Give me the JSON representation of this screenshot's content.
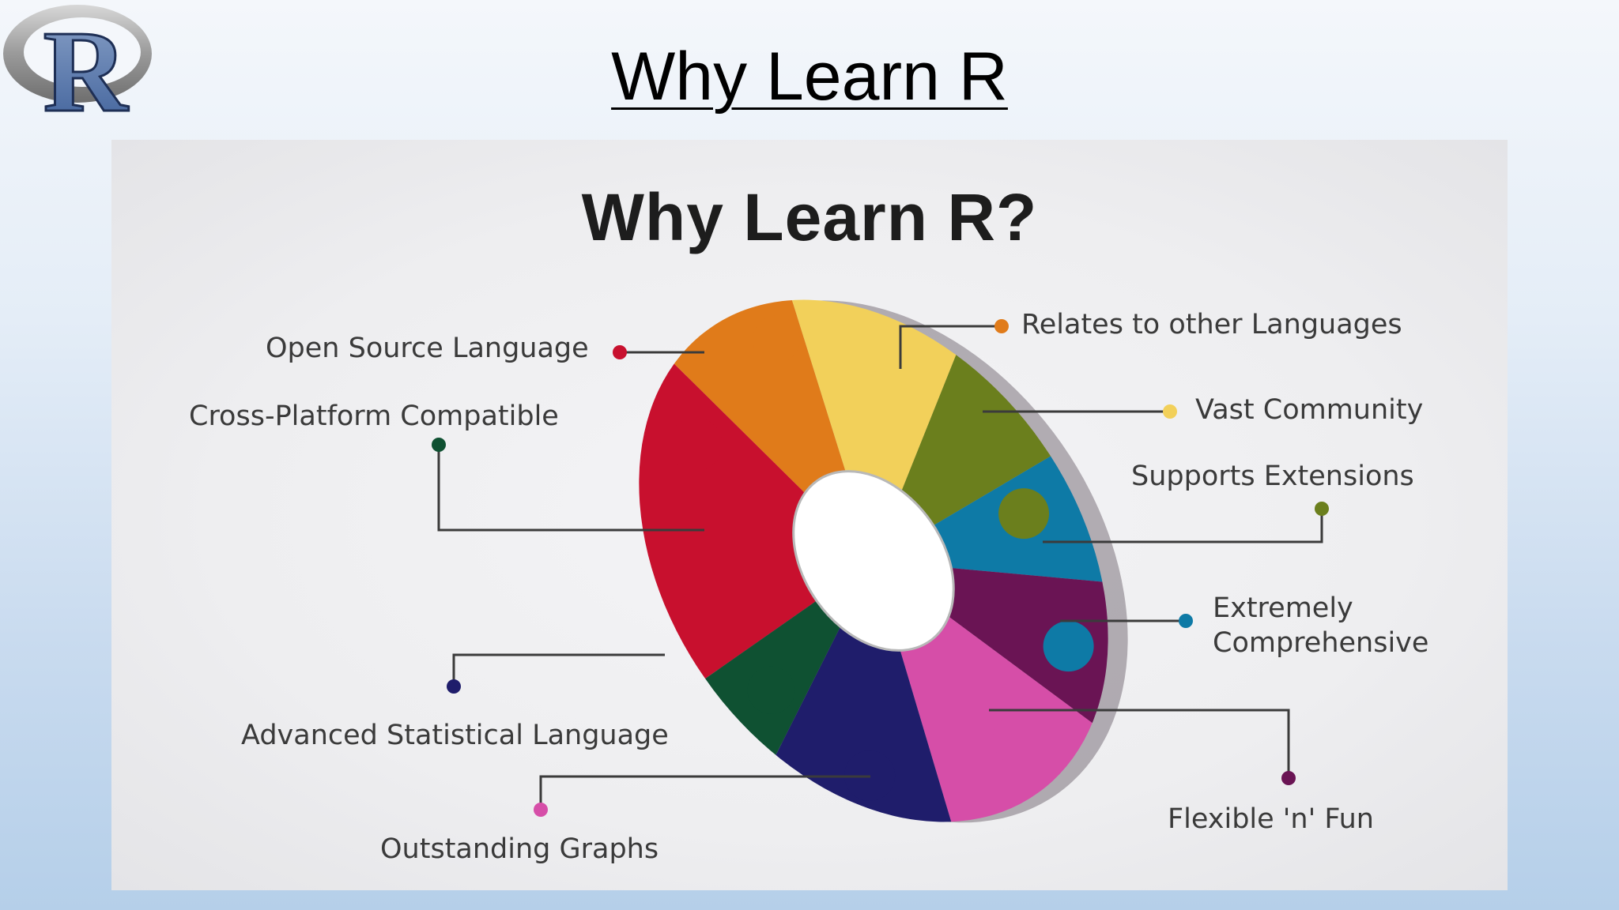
{
  "slide_title": "Why Learn R",
  "panel_title": "Why Learn R?",
  "logo_letter": "R",
  "features": [
    {
      "id": "open-source",
      "label": "Open Source Language",
      "color": "#c8102e"
    },
    {
      "id": "cross-platform",
      "label": "Cross-Platform Compatible",
      "color": "#0f5132"
    },
    {
      "id": "relates",
      "label": "Relates to other Languages",
      "color": "#e07b1a"
    },
    {
      "id": "vast-community",
      "label": "Vast Community",
      "color": "#f2d05a"
    },
    {
      "id": "extensions",
      "label": "Supports Extensions",
      "color": "#6b7f1d"
    },
    {
      "id": "comprehensive",
      "label": "Extremely Comprehensive",
      "label_line1": "Extremely",
      "label_line2": "Comprehensive",
      "color": "#0e7aa6"
    },
    {
      "id": "statistical",
      "label": "Advanced Statistical Language",
      "color": "#1f1d6b"
    },
    {
      "id": "flexible",
      "label": "Flexible 'n' Fun",
      "color": "#6a1454"
    },
    {
      "id": "graphs",
      "label": "Outstanding Graphs",
      "color": "#d64ea8"
    }
  ]
}
